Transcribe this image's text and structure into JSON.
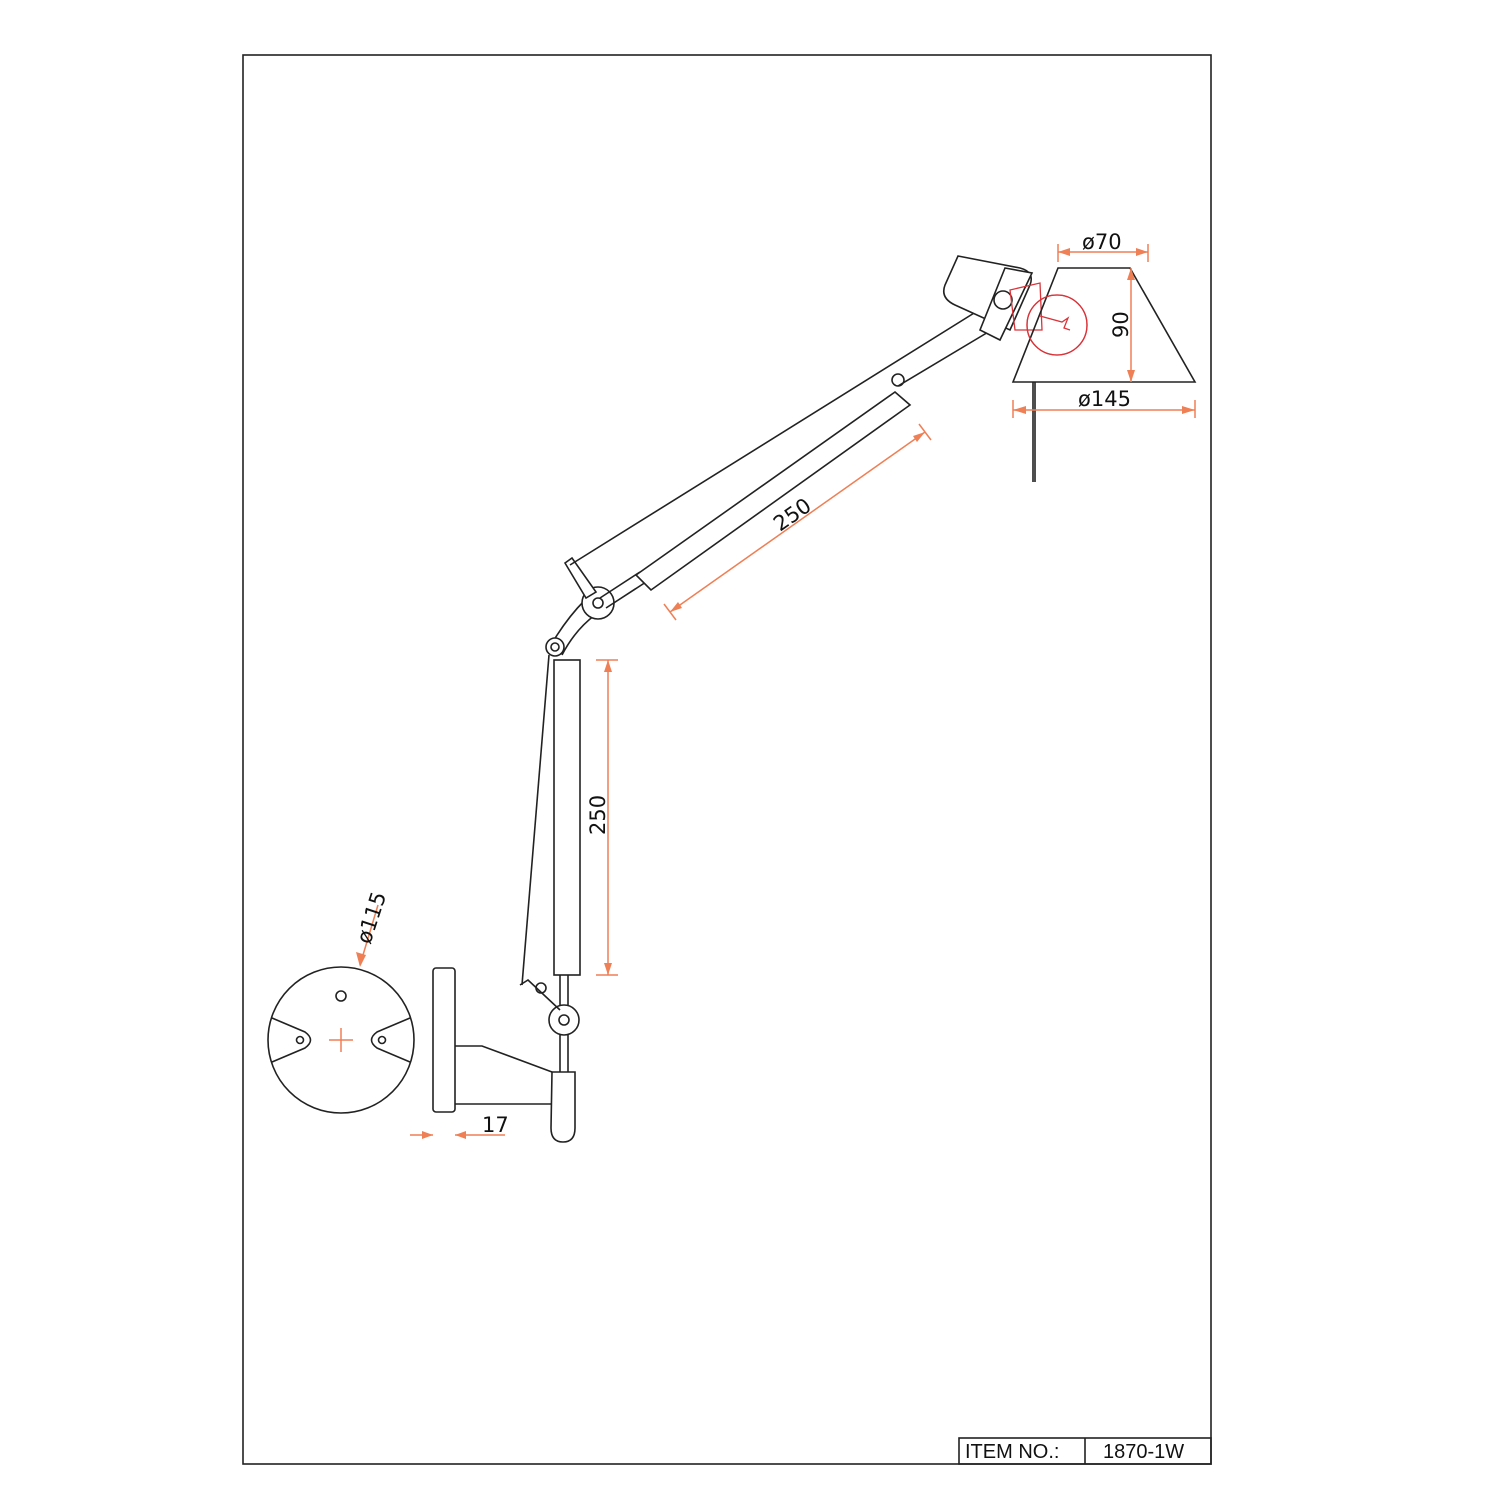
{
  "dimensions": {
    "shade_top_diameter": "ø70",
    "shade_height": "90",
    "shade_bottom_diameter": "ø145",
    "upper_arm_length": "250",
    "lower_arm_length": "250",
    "base_diameter": "ø115",
    "base_depth": "17"
  },
  "title_block": {
    "label": "ITEM NO.:",
    "value": "1870-1W"
  },
  "colors": {
    "dimension": "#ef7f55",
    "bulb": "#d8343a",
    "line": "#222222"
  }
}
